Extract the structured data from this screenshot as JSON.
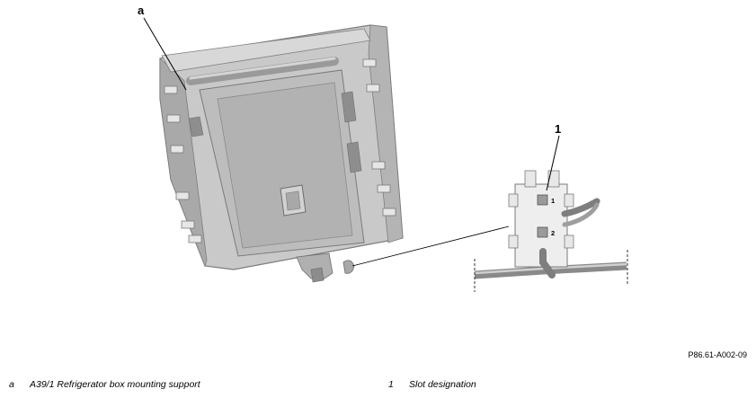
{
  "callouts": {
    "a": "a",
    "one": "1"
  },
  "slot_labels": {
    "upper": "1",
    "lower": "2"
  },
  "figure_code": "P86.61-A002-09",
  "legend": [
    {
      "key": "a",
      "text": "A39/1 Refrigerator box mounting support"
    },
    {
      "key": "1",
      "text": "Slot designation"
    }
  ]
}
